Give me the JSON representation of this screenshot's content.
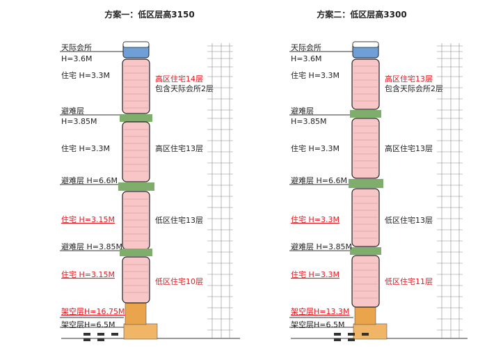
{
  "colors": {
    "tower_fill": "#f8c6c6",
    "refuge_fill": "#7fae6c",
    "club_fill": "#6f9fd6",
    "podium_fill": "#e9a44c",
    "red_text": "#e8161e",
    "black_text": "#222222"
  },
  "schemes": [
    {
      "title": "方案一：低区层高3150",
      "labels": {
        "club": "天际会所",
        "club_h": "H=3.6M",
        "res1": "住宅 H=3.3M",
        "high_zone": "高区住宅14层",
        "high_zone_sub": "包含天际会所2层",
        "refuge1": "避难层",
        "refuge1_h": "H=3.85M",
        "res2": "住宅 H=3.3M",
        "mid_zone": "高区住宅13层",
        "refuge2": "避难层 H=6.6M",
        "res3": "住宅 H=3.15M",
        "low_zone": "低区住宅13层",
        "refuge3": "避难层 H=3.85M",
        "res4": "住宅 H=3.15M",
        "lower_zone": "低区住宅10层",
        "podium_high": "架空层H=16.75M",
        "podium_low": "架空层H=6.5M"
      }
    },
    {
      "title": "方案二：低区层高3300",
      "labels": {
        "club": "天际会所",
        "club_h": "H=3.6M",
        "res1": "住宅 H=3.3M",
        "high_zone": "高区住宅13层",
        "high_zone_sub": "包含天际会所2层",
        "refuge1": "避难层",
        "refuge1_h": "H=3.85M",
        "res2": "住宅 H=3.3M",
        "mid_zone": "高区住宅13层",
        "refuge2": "避难层 H=6.6M",
        "res3": "住宅 H=3.3M",
        "low_zone": "低区住宅13层",
        "refuge3": "避难层 H=3.85M",
        "res4": "住宅 H=3.3M",
        "lower_zone": "低区住宅11层",
        "podium_high": "架空层H=13.3M",
        "podium_low": "架空层H=6.5M"
      }
    }
  ]
}
